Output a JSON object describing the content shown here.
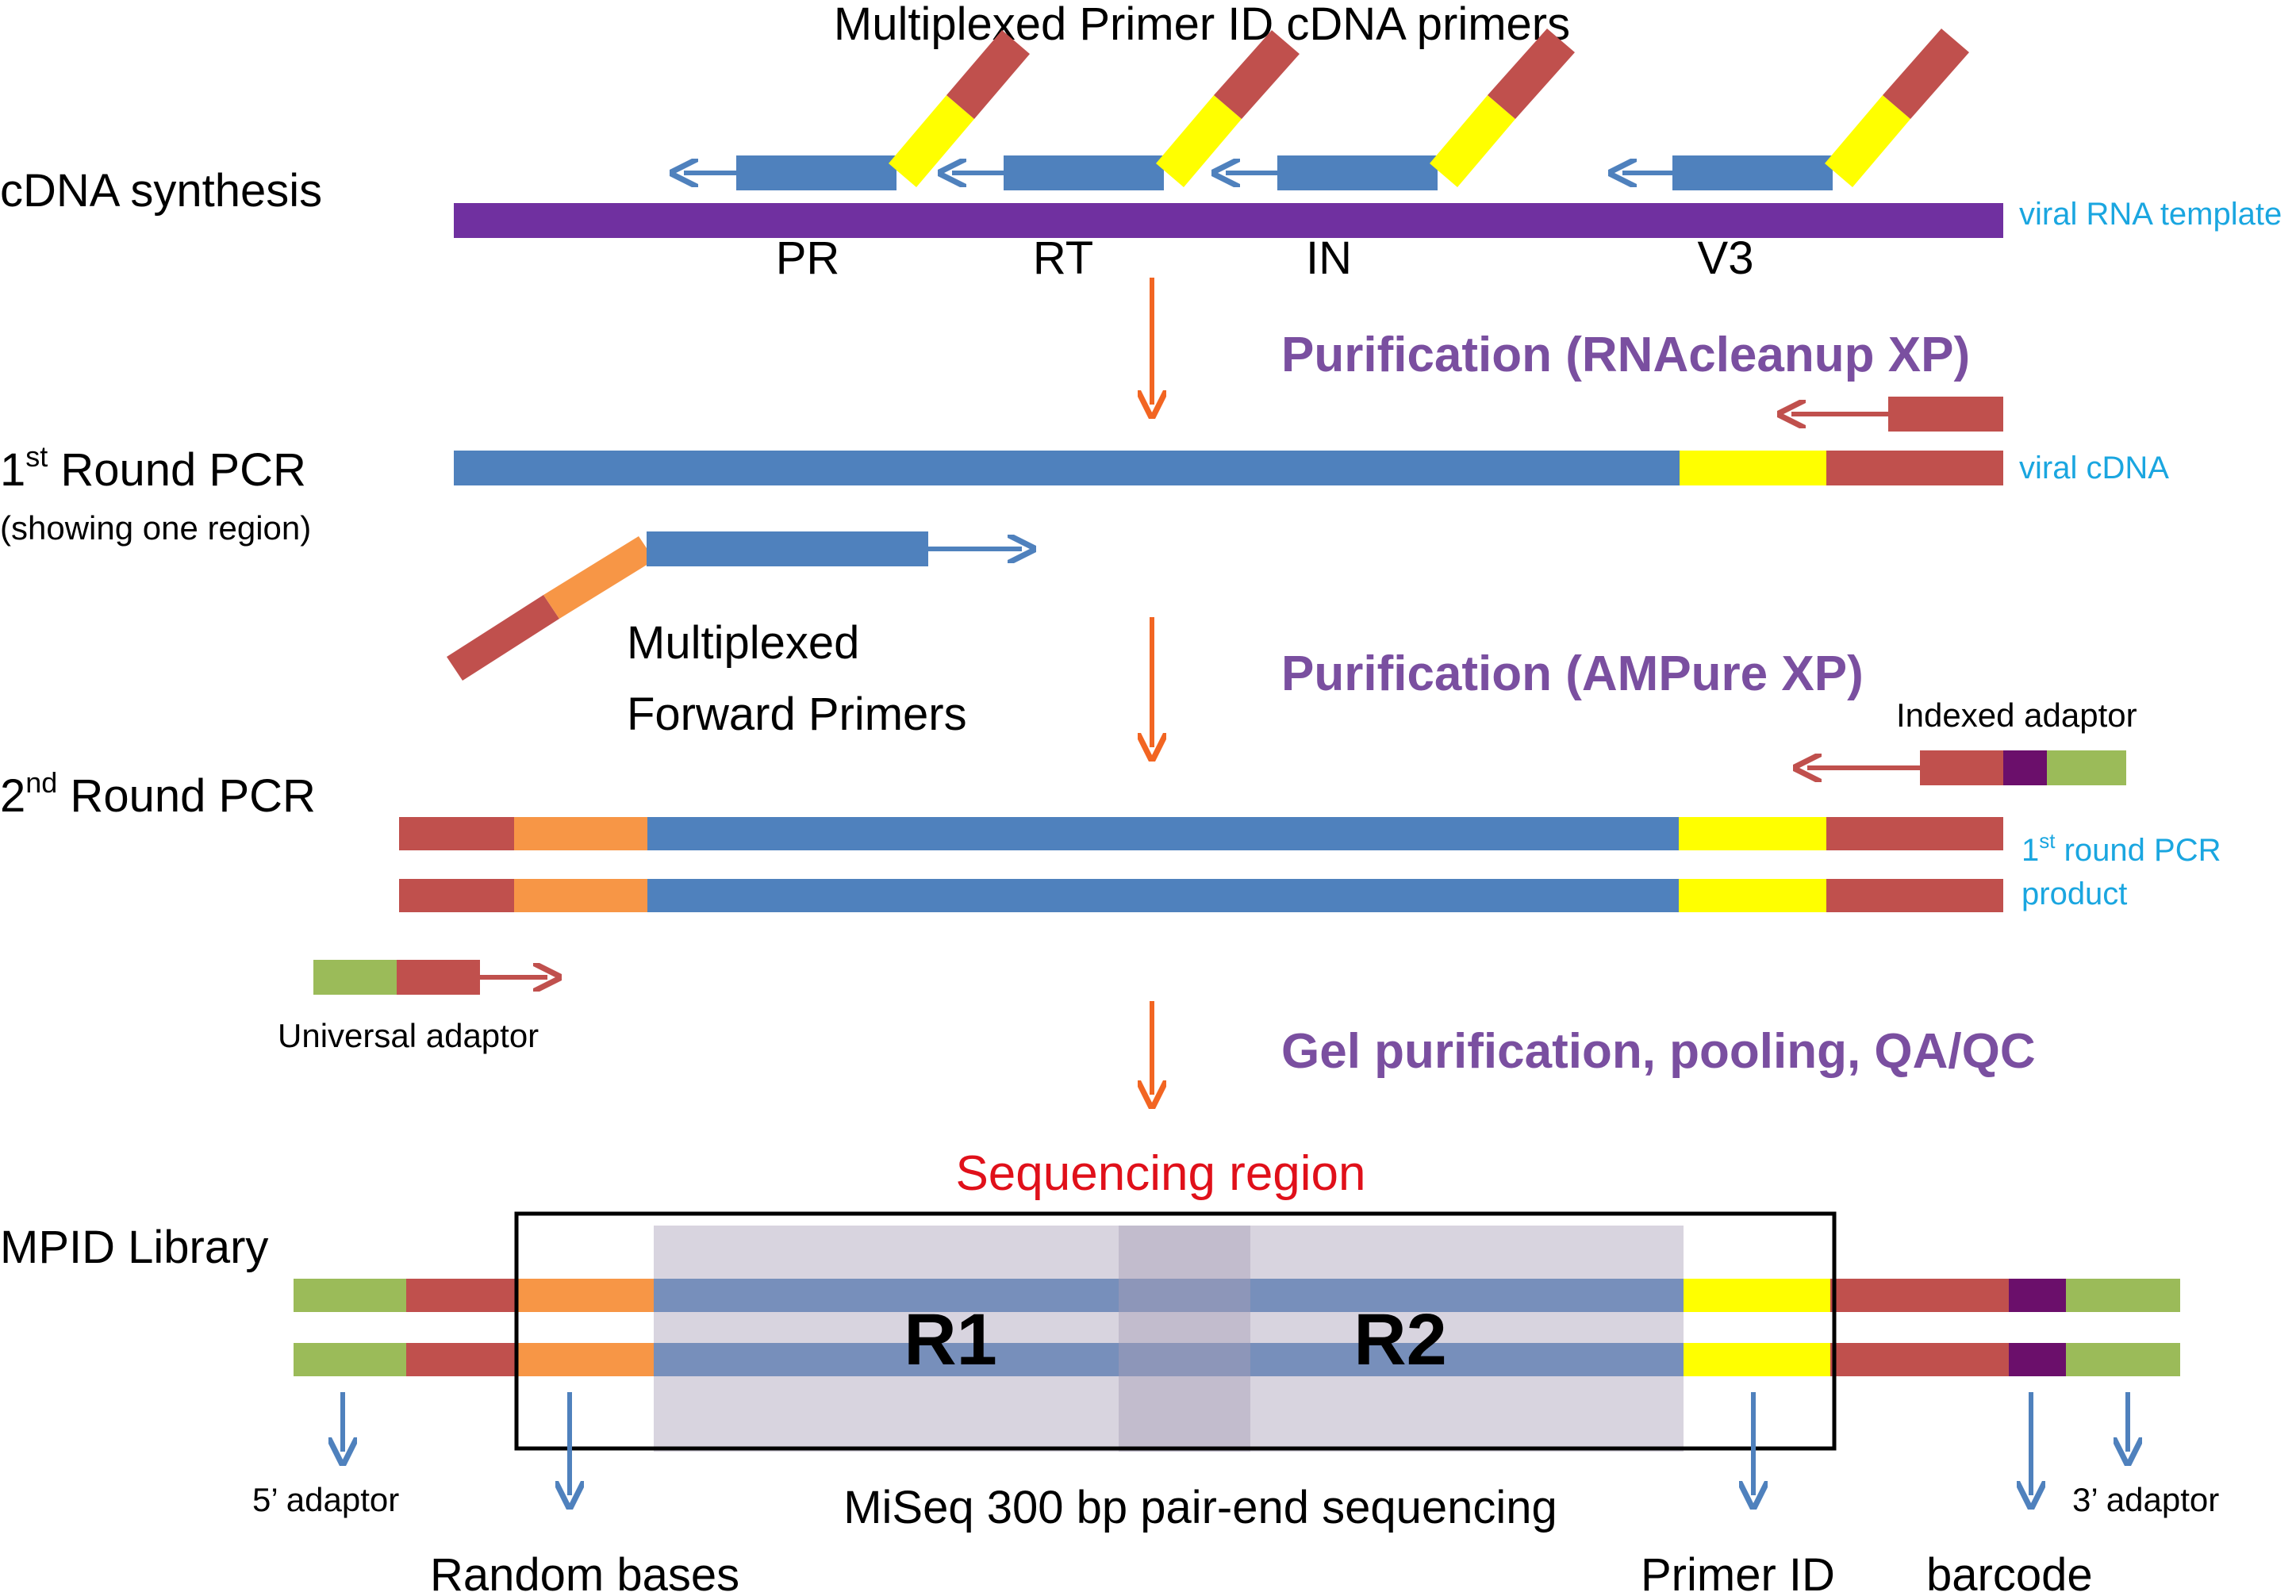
{
  "title": "Multiplexed Primer ID cDNA primers",
  "colors": {
    "blue": "#4f81bd",
    "red": "#c0504d",
    "yellow": "#ffff00",
    "orange": "#f79646",
    "green": "#9bbb59",
    "purple_template": "#7030a0",
    "dark_purple": "#6b0f6b",
    "arrow_orange": "#f26522",
    "step_text_purple": "#7a4fa0",
    "template_text_blue": "#1aa6e0",
    "seq_region_red": "#e0101a"
  },
  "steps": {
    "cdna": "cDNA synthesis",
    "round1_prefix": "1",
    "round1_sup": "st",
    "round1_rest": " Round PCR",
    "round1_note": "(showing one region)",
    "round2_prefix": "2",
    "round2_sup": "nd",
    "round2_rest": " Round PCR",
    "library": "MPID Library"
  },
  "regions": [
    "PR",
    "RT",
    "IN",
    "V3"
  ],
  "labels": {
    "viral_rna": "viral RNA template",
    "viral_cdna": "viral cDNA",
    "round1_product_prefix": "1",
    "round1_product_sup": "st",
    "round1_product_rest": " round PCR",
    "round1_product_line2": "product",
    "forward_primers_line1": "Multiplexed",
    "forward_primers_line2": "Forward Primers",
    "indexed_adaptor": "Indexed adaptor",
    "universal_adaptor": "Universal adaptor",
    "sequencing_region": "Sequencing region",
    "r1": "R1",
    "r2": "R2",
    "adaptor_5": "5’ adaptor",
    "adaptor_3": "3’ adaptor",
    "random_bases": "Random bases",
    "miseq": "MiSeq 300 bp pair-end sequencing",
    "primer_id": "Primer ID",
    "barcode": "barcode"
  },
  "purification": {
    "p1": "Purification (RNAcleanup XP)",
    "p2": "Purification (AMPure XP)",
    "p3": "Gel purification, pooling, QA/QC"
  }
}
